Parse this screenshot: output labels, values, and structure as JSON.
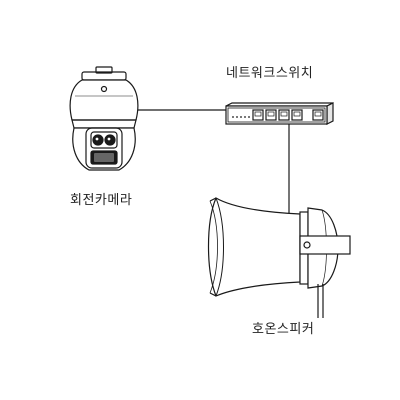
{
  "labels": {
    "network_switch": "네트워크스위치",
    "ptz_camera": "회전카메라",
    "horn_speaker": "호온스피커"
  },
  "colors": {
    "line": "#1a1a1a",
    "background": "#ffffff"
  },
  "icons": [
    "network-switch-icon",
    "ptz-camera-icon",
    "horn-speaker-icon"
  ]
}
